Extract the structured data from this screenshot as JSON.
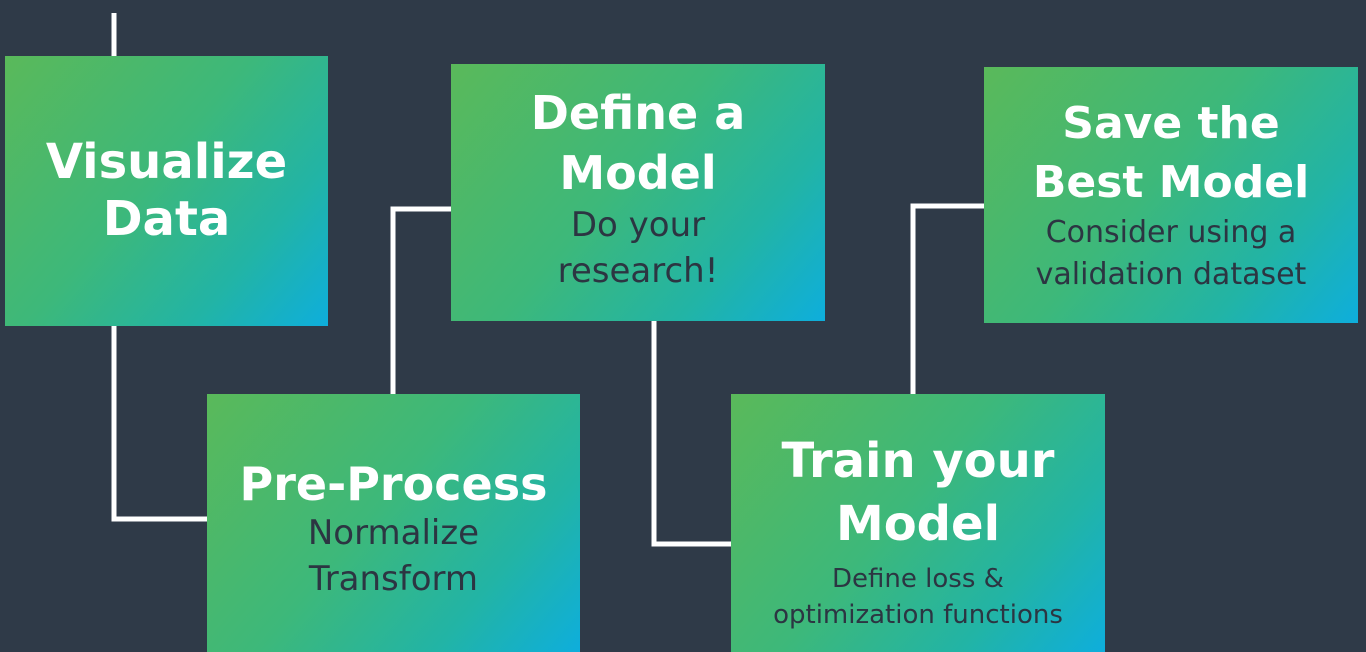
{
  "steps": [
    {
      "title": "Visualize\nData",
      "subtitle": ""
    },
    {
      "title": "Pre-Process",
      "subtitle": "Normalize\nTransform"
    },
    {
      "title": "Define a\nModel",
      "subtitle": "Do your\nresearch!"
    },
    {
      "title": "Train your\nModel",
      "subtitle": "Define loss &\noptimization functions"
    },
    {
      "title": "Save the\nBest Model",
      "subtitle": "Consider using a\nvalidation dataset"
    }
  ]
}
